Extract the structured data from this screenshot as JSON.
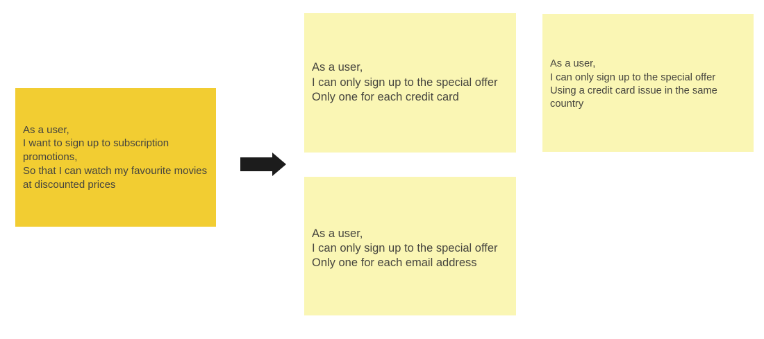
{
  "canvas": {
    "background": "#ffffff"
  },
  "notes": {
    "epic": {
      "lines": [
        "As a user,",
        "I want to sign up to subscription",
        "promotions,",
        "So that I can watch my favourite movies",
        "at discounted prices"
      ],
      "bg": "#F2CD32"
    },
    "credit_card": {
      "lines": [
        "As a user,",
        "I can only sign up to the special offer",
        "Only one for each credit card"
      ],
      "bg": "#FAF6B4"
    },
    "country": {
      "lines": [
        "As a user,",
        "I can only sign up to the special offer",
        "Using a credit card issue in the same",
        "country"
      ],
      "bg": "#FAF6B4"
    },
    "email": {
      "lines": [
        "As a user,",
        "I can only sign up to the special offer",
        "Only one for each email address"
      ],
      "bg": "#FAF6B4"
    }
  },
  "arrow": {
    "color": "#1C1C1C",
    "direction": "right"
  },
  "text_color": "#45443e"
}
